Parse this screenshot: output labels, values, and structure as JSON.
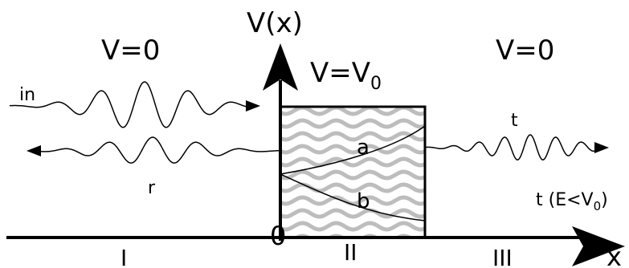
{
  "diagram": {
    "axis_labels": {
      "y": "V(x)",
      "x": "x",
      "origin": "0"
    },
    "potential_labels": {
      "left": "V=0",
      "barrier_main": "V=V",
      "barrier_sub": "0",
      "right": "V=0"
    },
    "wave_labels": {
      "incident": "in",
      "reflected": "r",
      "transmitted": "t",
      "transmitted_condition_prefix": "t (E<V",
      "transmitted_condition_sub": "0",
      "transmitted_condition_suffix": ")"
    },
    "curve_labels": {
      "a": "a",
      "b": "b"
    },
    "region_labels": {
      "I": "I",
      "II": "II",
      "III": "III"
    },
    "colors": {
      "stroke": "#000000",
      "barrier_texture": "#bdbdbd",
      "background": "#ffffff"
    }
  }
}
